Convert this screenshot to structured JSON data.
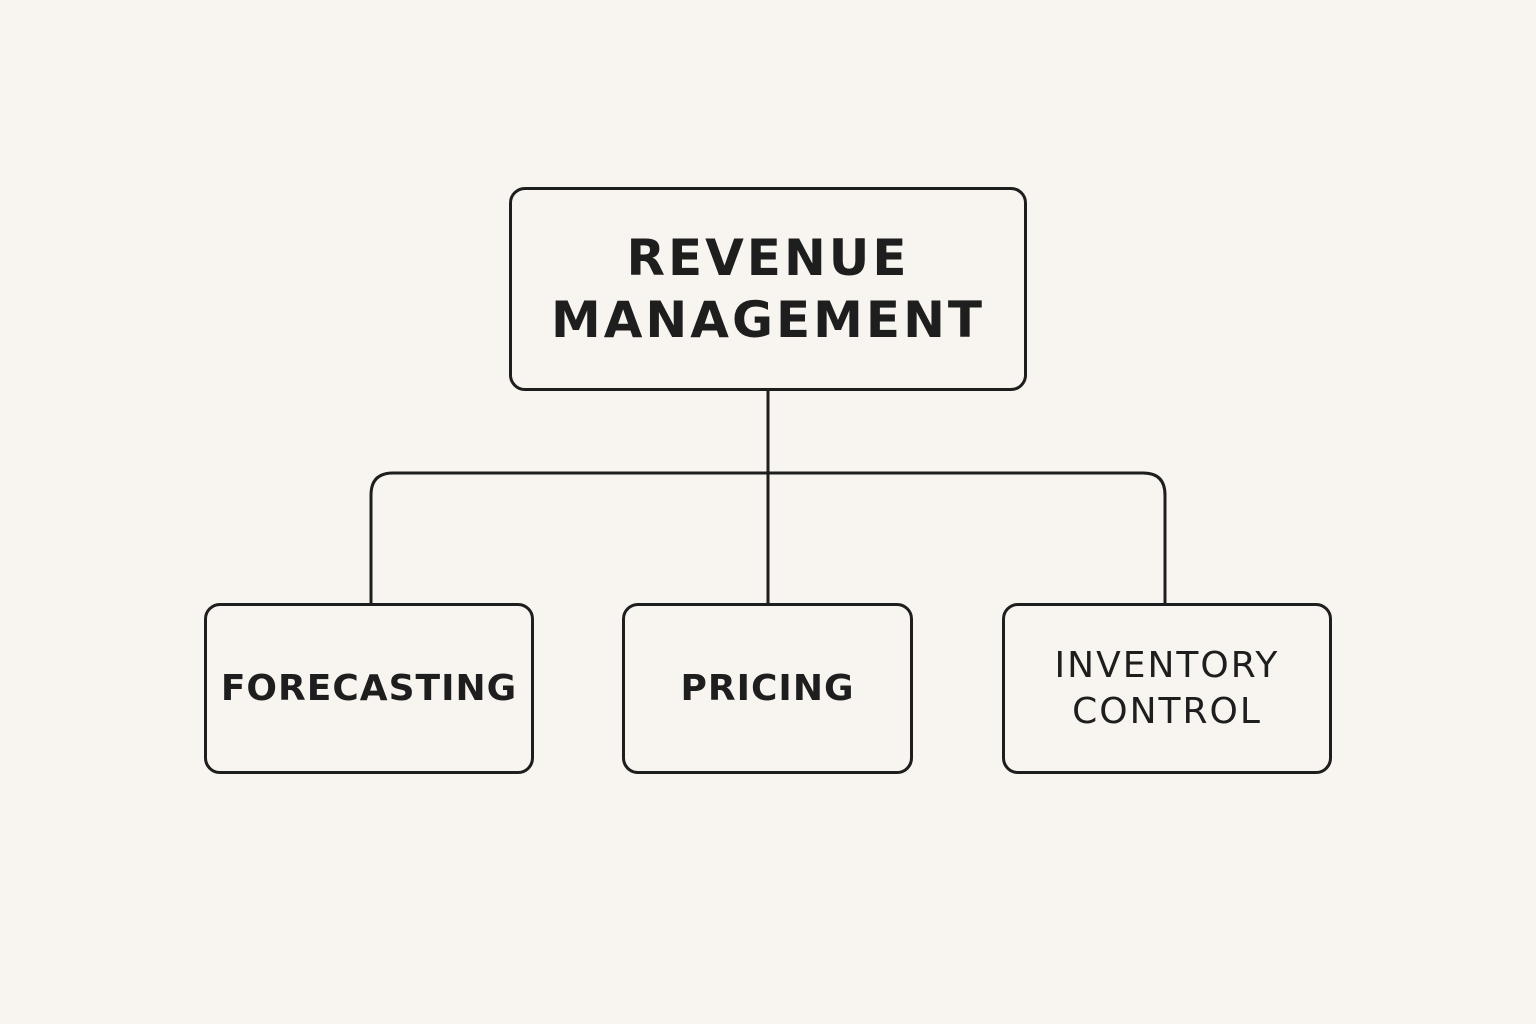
{
  "diagram": {
    "root": {
      "lines": [
        "REVENUE",
        "MANAGEMENT"
      ]
    },
    "children": [
      {
        "lines": [
          "FORECASTING"
        ]
      },
      {
        "lines": [
          "PRICING"
        ]
      },
      {
        "lines": [
          "INVENTORY",
          "CONTROL"
        ]
      }
    ],
    "colors": {
      "background": "#f8f5f0",
      "stroke": "#1e1e1e",
      "text": "#1e1e1e"
    }
  }
}
